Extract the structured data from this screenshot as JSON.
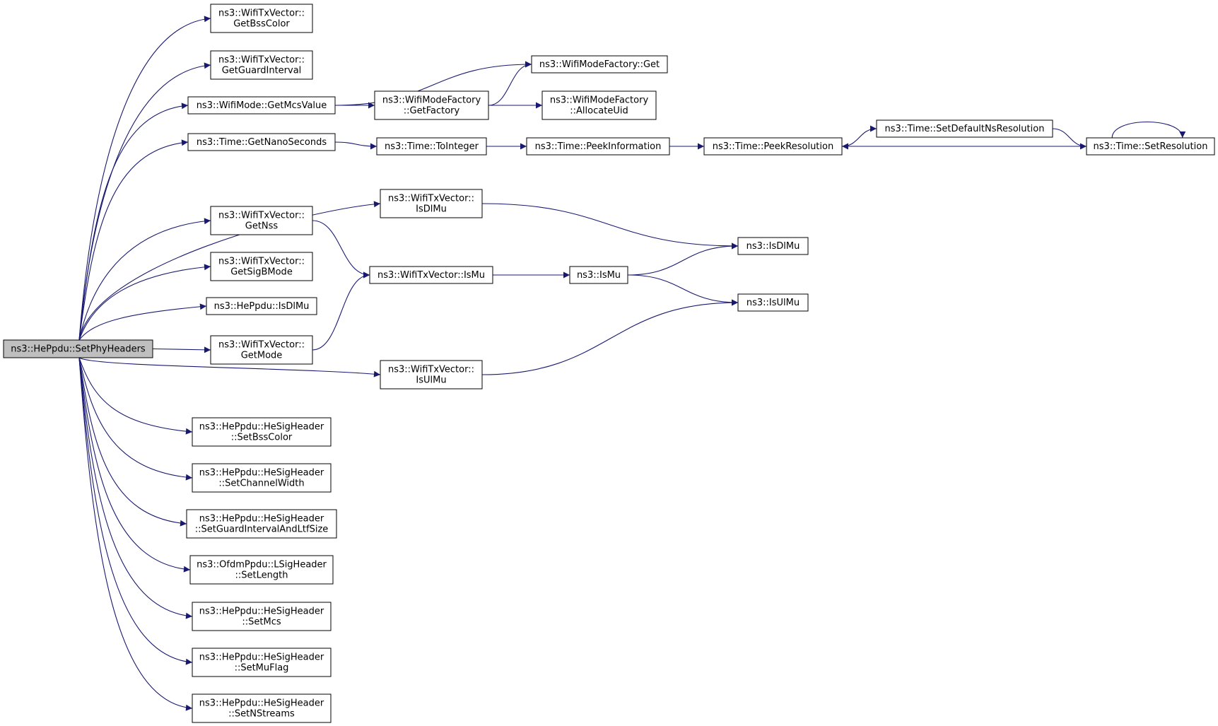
{
  "colors": {
    "edge": "#191970",
    "node_fill": "#ffffff",
    "root_fill": "#bfbfbf",
    "border": "#000000"
  },
  "nodes": [
    {
      "id": "root",
      "lines": [
        "ns3::HePpdu::SetPhyHeaders"
      ]
    },
    {
      "id": "getbsscolor",
      "lines": [
        "ns3::WifiTxVector::",
        "GetBssColor"
      ]
    },
    {
      "id": "getguardinterval",
      "lines": [
        "ns3::WifiTxVector::",
        "GetGuardInterval"
      ]
    },
    {
      "id": "getmcsvalue",
      "lines": [
        "ns3::WifiMode::GetMcsValue"
      ]
    },
    {
      "id": "modefactoryget",
      "lines": [
        "ns3::WifiModeFactory::Get"
      ]
    },
    {
      "id": "getfactory",
      "lines": [
        "ns3::WifiModeFactory",
        "::GetFactory"
      ]
    },
    {
      "id": "allocateuid",
      "lines": [
        "ns3::WifiModeFactory",
        "::AllocateUid"
      ]
    },
    {
      "id": "getnanoseconds",
      "lines": [
        "ns3::Time::GetNanoSeconds"
      ]
    },
    {
      "id": "tointeger",
      "lines": [
        "ns3::Time::ToInteger"
      ]
    },
    {
      "id": "peekinformation",
      "lines": [
        "ns3::Time::PeekInformation"
      ]
    },
    {
      "id": "peekresolution",
      "lines": [
        "ns3::Time::PeekResolution"
      ]
    },
    {
      "id": "setdefaultns",
      "lines": [
        "ns3::Time::SetDefaultNsResolution"
      ]
    },
    {
      "id": "setresolution",
      "lines": [
        "ns3::Time::SetResolution"
      ]
    },
    {
      "id": "txisdlmu",
      "lines": [
        "ns3::WifiTxVector::",
        "IsDlMu"
      ]
    },
    {
      "id": "getnss",
      "lines": [
        "ns3::WifiTxVector::",
        "GetNss"
      ]
    },
    {
      "id": "isdlmu",
      "lines": [
        "ns3::IsDlMu"
      ]
    },
    {
      "id": "getsigbmode",
      "lines": [
        "ns3::WifiTxVector::",
        "GetSigBMode"
      ]
    },
    {
      "id": "txismu",
      "lines": [
        "ns3::WifiTxVector::IsMu"
      ]
    },
    {
      "id": "ismu",
      "lines": [
        "ns3::IsMu"
      ]
    },
    {
      "id": "isulmu",
      "lines": [
        "ns3::IsUlMu"
      ]
    },
    {
      "id": "heppduisdlmu",
      "lines": [
        "ns3::HePpdu::IsDlMu"
      ]
    },
    {
      "id": "getmode",
      "lines": [
        "ns3::WifiTxVector::",
        "GetMode"
      ]
    },
    {
      "id": "txisulmu",
      "lines": [
        "ns3::WifiTxVector::",
        "IsUlMu"
      ]
    },
    {
      "id": "setbsscolor",
      "lines": [
        "ns3::HePpdu::HeSigHeader",
        "::SetBssColor"
      ]
    },
    {
      "id": "setchannelwidth",
      "lines": [
        "ns3::HePpdu::HeSigHeader",
        "::SetChannelWidth"
      ]
    },
    {
      "id": "setguardltf",
      "lines": [
        "ns3::HePpdu::HeSigHeader",
        "::SetGuardIntervalAndLtfSize"
      ]
    },
    {
      "id": "setlength",
      "lines": [
        "ns3::OfdmPpdu::LSigHeader",
        "::SetLength"
      ]
    },
    {
      "id": "setmcs",
      "lines": [
        "ns3::HePpdu::HeSigHeader",
        "::SetMcs"
      ]
    },
    {
      "id": "setmuflag",
      "lines": [
        "ns3::HePpdu::HeSigHeader",
        "::SetMuFlag"
      ]
    },
    {
      "id": "setnstreams",
      "lines": [
        "ns3::HePpdu::HeSigHeader",
        "::SetNStreams"
      ]
    }
  ],
  "edges": [
    {
      "from": "root",
      "to": "getbsscolor"
    },
    {
      "from": "root",
      "to": "getguardinterval"
    },
    {
      "from": "root",
      "to": "getmcsvalue"
    },
    {
      "from": "root",
      "to": "getnanoseconds"
    },
    {
      "from": "root",
      "to": "txisdlmu"
    },
    {
      "from": "root",
      "to": "getnss"
    },
    {
      "from": "root",
      "to": "getsigbmode"
    },
    {
      "from": "root",
      "to": "heppduisdlmu"
    },
    {
      "from": "root",
      "to": "getmode"
    },
    {
      "from": "root",
      "to": "txisulmu"
    },
    {
      "from": "root",
      "to": "setbsscolor"
    },
    {
      "from": "root",
      "to": "setchannelwidth"
    },
    {
      "from": "root",
      "to": "setguardltf"
    },
    {
      "from": "root",
      "to": "setlength"
    },
    {
      "from": "root",
      "to": "setmcs"
    },
    {
      "from": "root",
      "to": "setmuflag"
    },
    {
      "from": "root",
      "to": "setnstreams"
    },
    {
      "from": "getmcsvalue",
      "to": "modefactoryget"
    },
    {
      "from": "getmcsvalue",
      "to": "getfactory"
    },
    {
      "from": "getfactory",
      "to": "modefactoryget"
    },
    {
      "from": "getfactory",
      "to": "allocateuid"
    },
    {
      "from": "getnanoseconds",
      "to": "tointeger"
    },
    {
      "from": "tointeger",
      "to": "peekinformation"
    },
    {
      "from": "peekinformation",
      "to": "peekresolution"
    },
    {
      "from": "peekresolution",
      "to": "setdefaultns"
    },
    {
      "from": "setdefaultns",
      "to": "setresolution"
    },
    {
      "from": "setresolution",
      "to": "peekresolution"
    },
    {
      "from": "setresolution",
      "to": "setresolution"
    },
    {
      "from": "txisdlmu",
      "to": "isdlmu"
    },
    {
      "from": "getnss",
      "to": "txismu"
    },
    {
      "from": "getmode",
      "to": "txismu"
    },
    {
      "from": "txismu",
      "to": "ismu"
    },
    {
      "from": "ismu",
      "to": "isdlmu"
    },
    {
      "from": "ismu",
      "to": "isulmu"
    },
    {
      "from": "txisulmu",
      "to": "isulmu"
    }
  ]
}
